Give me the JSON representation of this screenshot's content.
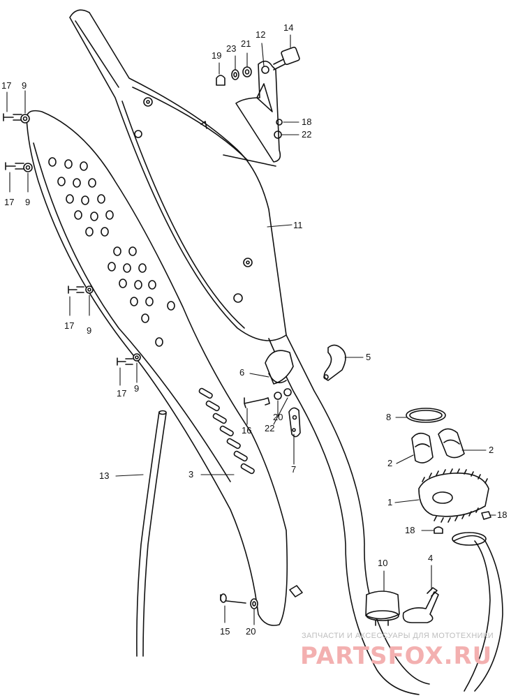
{
  "labels": {
    "l1": "1",
    "l2a": "2",
    "l2b": "2",
    "l3": "3",
    "l4": "4",
    "l5": "5",
    "l6": "6",
    "l7": "7",
    "l8": "8",
    "l9a": "9",
    "l9b": "9",
    "l9c": "9",
    "l9d": "9",
    "l10": "10",
    "l11": "11",
    "l12": "12",
    "l13": "13",
    "l14": "14",
    "l15": "15",
    "l16": "16",
    "l17a": "17",
    "l17b": "17",
    "l17c": "17",
    "l17d": "17",
    "l18a": "18",
    "l18b": "18",
    "l18c": "18",
    "l19": "19",
    "l20a": "20",
    "l20b": "20",
    "l21": "21",
    "l22a": "22",
    "l22b": "22",
    "l23": "23"
  },
  "watermark": {
    "caption": "ЗАПЧАСТИ И АКСЕССУАРЫ ДЛЯ МОТОТЕХНИКИ",
    "logo": "PARTSFOX.RU"
  },
  "colors": {
    "line": "#111111",
    "background": "#ffffff",
    "watermark_logo": "#f3b0b0",
    "watermark_caption": "#bdbdbd"
  }
}
